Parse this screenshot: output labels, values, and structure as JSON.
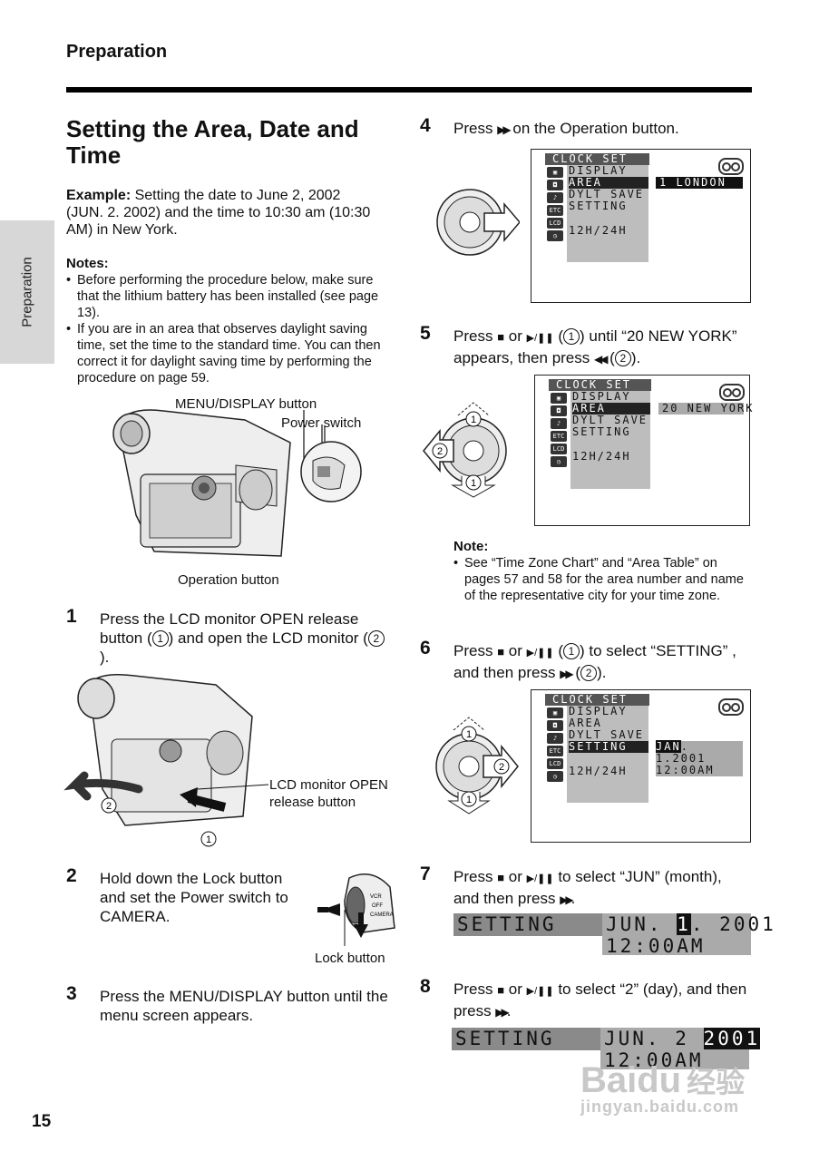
{
  "header": "Preparation",
  "side_tab": "Preparation",
  "title": "Setting the Area, Date and Time",
  "example": {
    "label": "Example:",
    "text": "Setting the date to June 2, 2002 (JUN. 2. 2002) and the time to 10:30 am (10:30 AM) in New York."
  },
  "notes": {
    "heading": "Notes:",
    "items": [
      "Before performing the procedure below, make sure that the lithium battery has been installed (see page 13).",
      "If you are in an area that observes daylight saving time, set the time to the standard time. You can then correct it for daylight saving time by performing the procedure on page 59."
    ]
  },
  "camcorder_labels": {
    "menu_display": "MENU/DISPLAY button",
    "power_switch": "Power switch",
    "operation": "Operation button"
  },
  "lcd_open_label": "LCD monitor OPEN release button",
  "lock_label": "Lock button",
  "power_dial": [
    "VCR",
    "OFF",
    "CAMERA"
  ],
  "circled": [
    "1",
    "2"
  ],
  "steps": [
    {
      "num": "1",
      "a": "Press the LCD monitor OPEN release button (",
      "b": ") and open the LCD monitor (",
      "c": ")."
    },
    {
      "num": "2",
      "text": "Hold down the Lock button and set the Power switch to CAMERA."
    },
    {
      "num": "3",
      "text": "Press the MENU/DISPLAY button until the menu screen appears."
    },
    {
      "num": "4",
      "a": "Press ",
      "ff": "▶▶",
      "b": " on the Operation button."
    },
    {
      "num": "5",
      "a": "Press ",
      "stop": "■",
      "or": "or",
      "play": "▶/❚❚",
      "b": " (",
      "c": ") until “20 NEW YORK” appears, then press ",
      "rew": "◀◀",
      "d": " (",
      "e": ")."
    },
    {
      "num": "6",
      "a": "Press ",
      "stop": "■",
      "or": "or",
      "play": "▶/❚❚",
      "b": " (",
      "c": ") to select “SETTING” , and then press ",
      "ff": "▶▶",
      "d": " (",
      "e": ")."
    },
    {
      "num": "7",
      "a": "Press ",
      "stop": "■",
      "or": "or",
      "play": "▶/❚❚",
      "b": " to select “JUN” (month), and then press ",
      "ff": "▶▶",
      "c": "."
    },
    {
      "num": "8",
      "a": "Press ",
      "stop": "■",
      "or": "or",
      "play": "▶/❚❚",
      "b": " to select “2” (day), and then press ",
      "ff": "▶▶",
      "c": "."
    }
  ],
  "menu": {
    "title": "CLOCK SET",
    "items": [
      "DISPLAY",
      "AREA",
      "DYLT SAVE",
      "SETTING",
      "12H/24H"
    ],
    "icons": [
      "camera-icon",
      "photo-icon",
      "mic-icon",
      "ETC",
      "LCD",
      "clock-icon"
    ]
  },
  "screen4_value": "1 LONDON",
  "screen5_value": "20 NEW YORK",
  "screen6_value": {
    "month": "JAN",
    "rest": ". 1.2001",
    "time": "12:00AM"
  },
  "note": {
    "heading": "Note:",
    "text": "See “Time Zone Chart” and “Area Table” on pages 57 and 58 for the area number and name of the representative city for your time zone."
  },
  "setting_bar7": {
    "label": "SETTING",
    "month": "JUN.",
    "day": "1",
    "year": ". 2001",
    "time": "12:00AM"
  },
  "setting_bar8": {
    "label": "SETTING",
    "month": "JUN.",
    "day": "2",
    "year": "2001",
    "time": "12:00AM"
  },
  "page_number": "15",
  "watermark": {
    "brand": "Baidu",
    "cn": "经验",
    "url": "jingyan.baidu.com"
  }
}
